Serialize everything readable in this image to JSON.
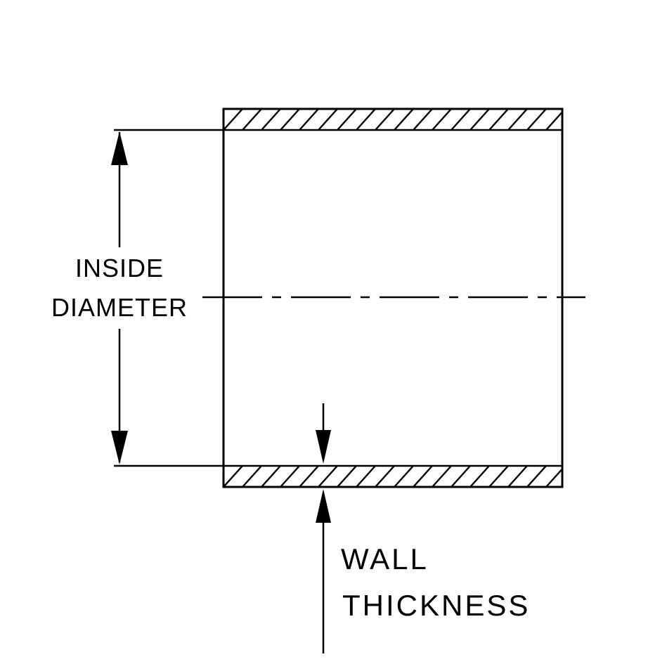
{
  "labels": {
    "inside_diameter": [
      "INSIDE",
      "DIAMETER"
    ],
    "wall_thickness": [
      "WALL",
      "THICKNESS"
    ]
  },
  "colors": {
    "line": "#000000",
    "background": "#ffffff",
    "text": "#000000"
  }
}
